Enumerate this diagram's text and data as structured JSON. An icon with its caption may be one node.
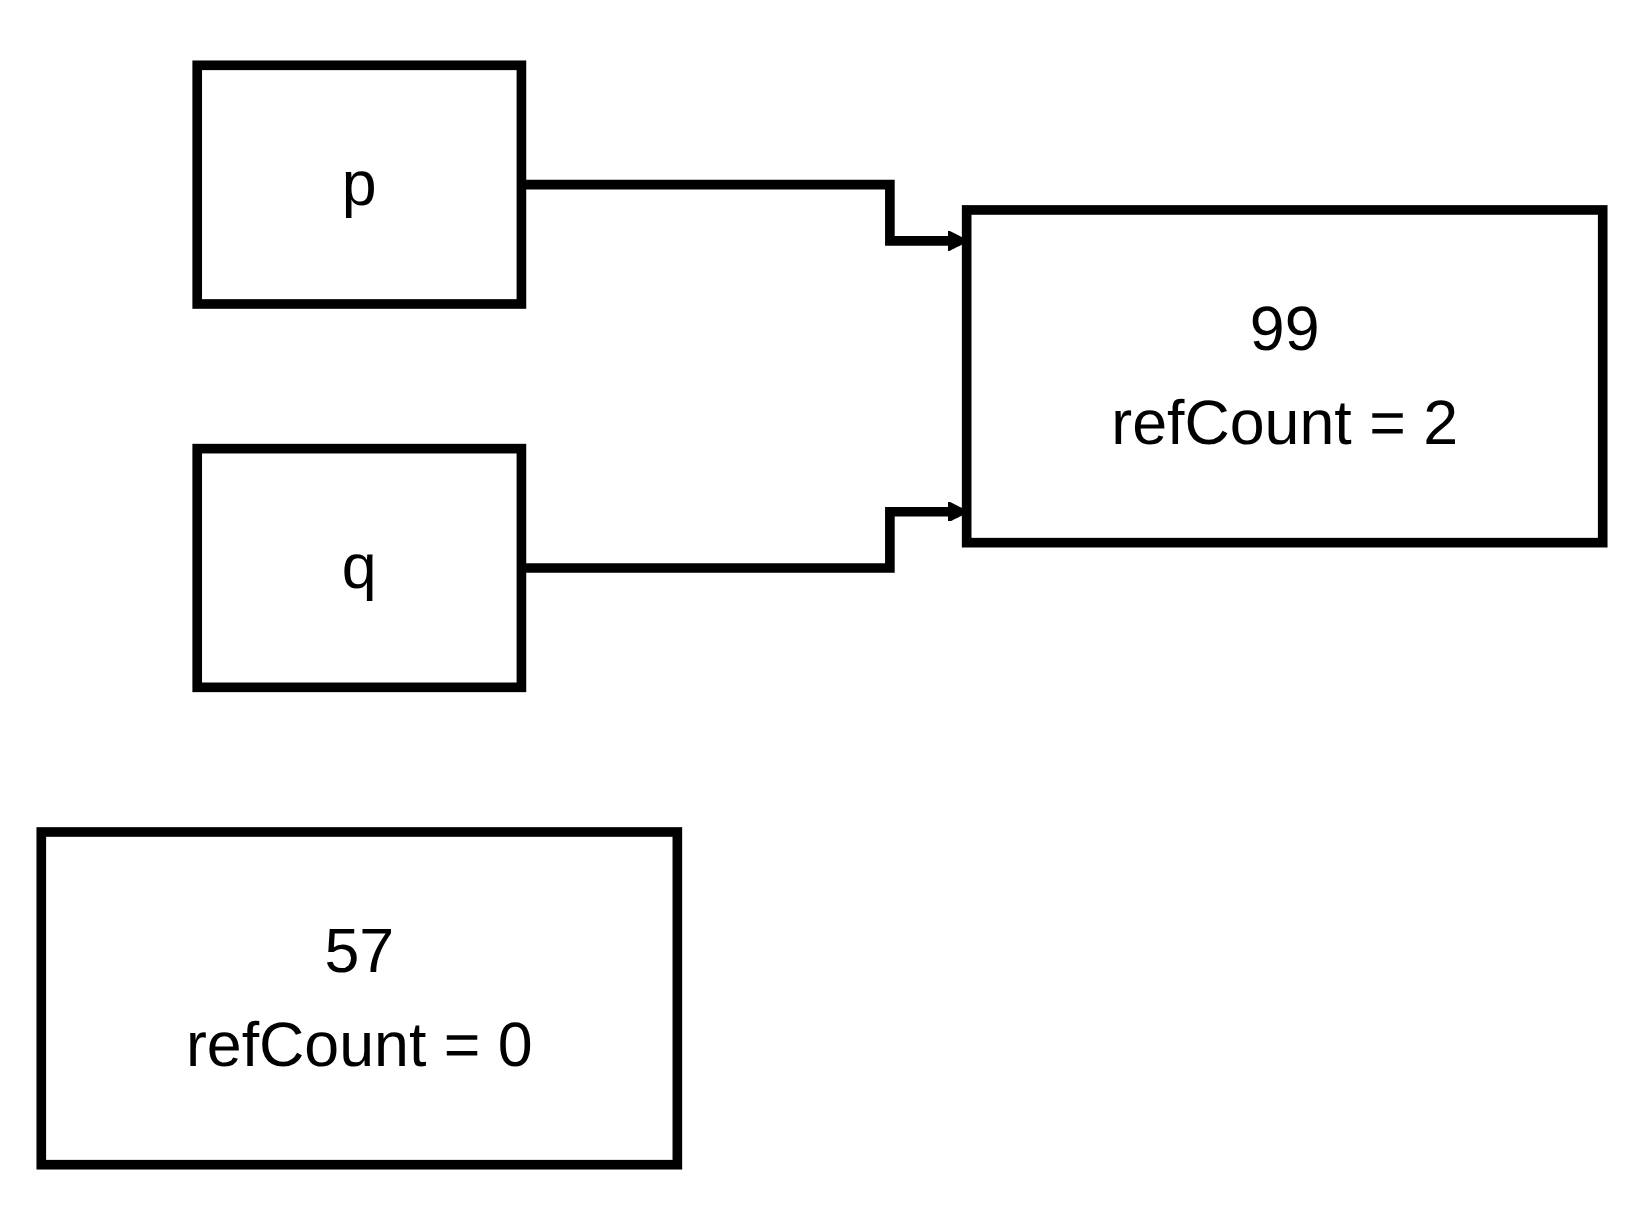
{
  "diagram": {
    "nodes": [
      {
        "text": [
          "p"
        ]
      },
      {
        "text": [
          "q"
        ]
      },
      {
        "text": [
          "57",
          "refCount = 0"
        ]
      },
      {
        "text": [
          "99",
          "refCount = 2"
        ]
      }
    ],
    "edges": [
      {
        "from": 0,
        "to": 3,
        "arrow": "to"
      },
      {
        "from": 1,
        "to": 3,
        "arrow": "to"
      }
    ]
  }
}
